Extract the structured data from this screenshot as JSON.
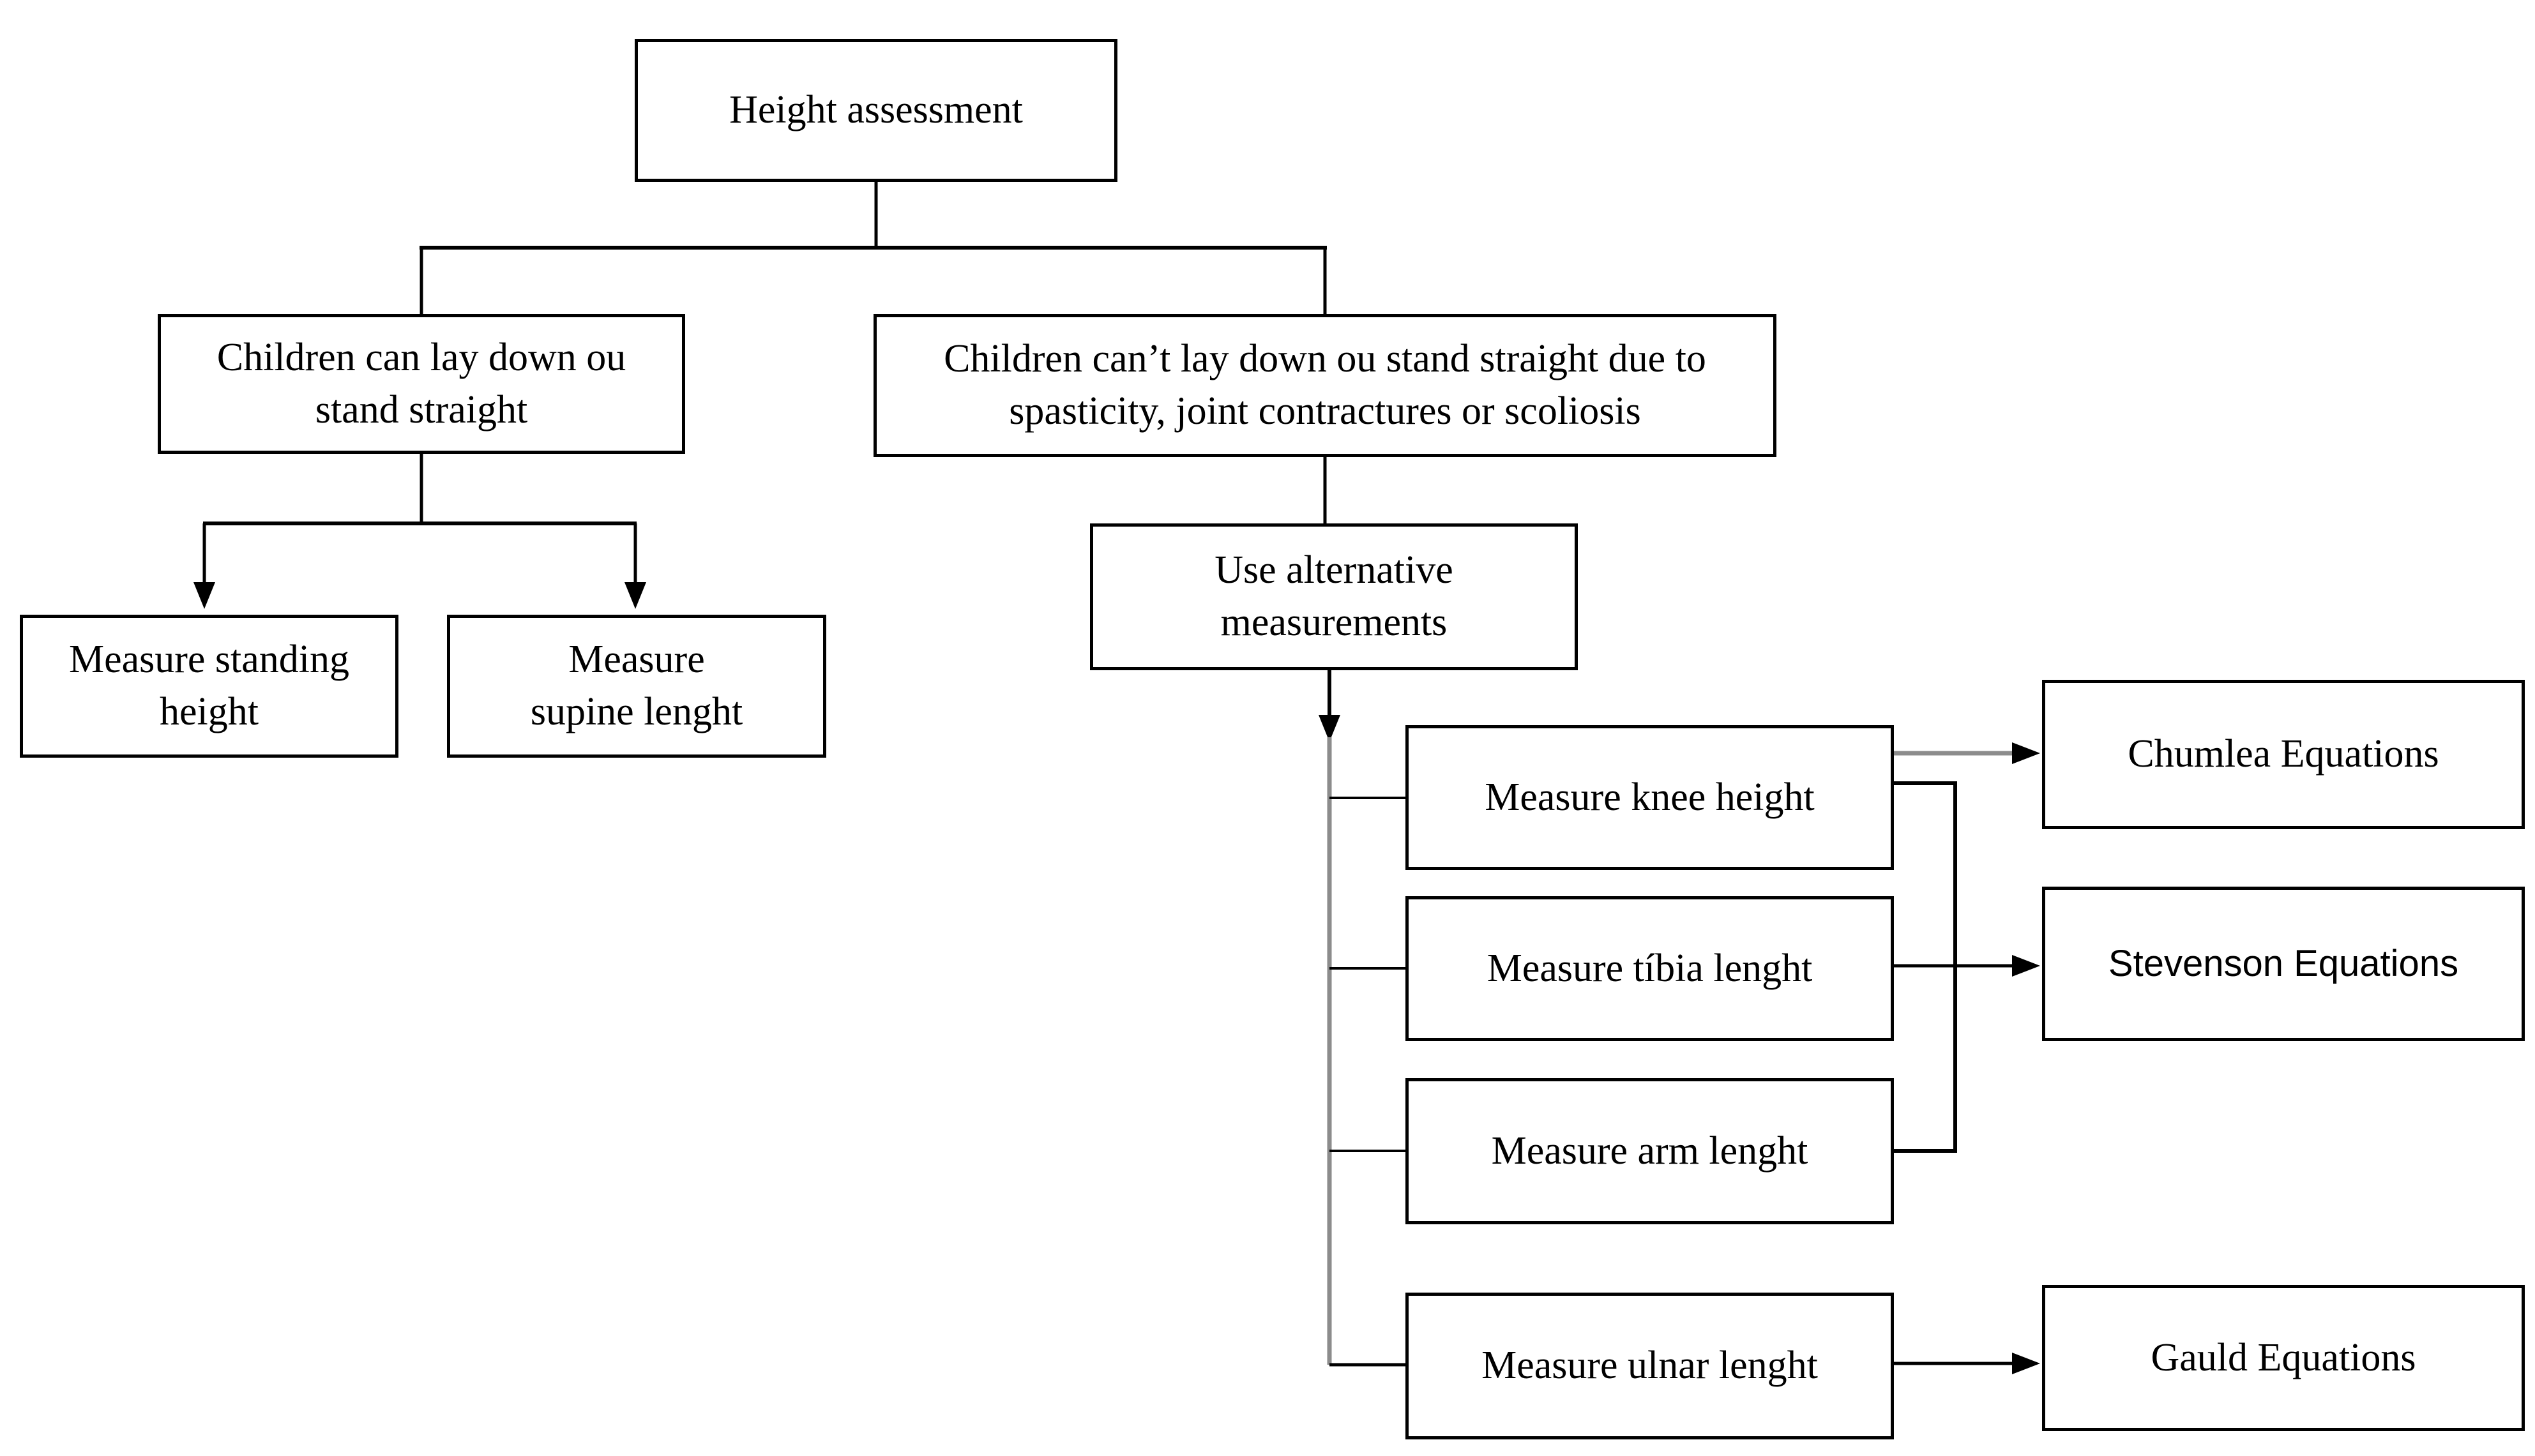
{
  "figure": {
    "type": "flowchart",
    "background_color": "#ffffff",
    "box_border_color": "#000000",
    "text_color": "#000000",
    "muted_line_color": "#8c8c8c",
    "nodes": [
      {
        "id": "height-assessment",
        "label": "Height assessment"
      },
      {
        "id": "can-lay-down",
        "label": "Children can lay down ou\nstand straight"
      },
      {
        "id": "cant-lay-down",
        "label": "Children can’t lay down ou stand straight due to\nspasticity, joint contractures or scoliosis"
      },
      {
        "id": "standing-height",
        "label": "Measure standing\nheight"
      },
      {
        "id": "supine-lenght",
        "label": "Measure\nsupine lenght"
      },
      {
        "id": "use-alternative",
        "label": "Use alternative\nmeasurements"
      },
      {
        "id": "knee-height",
        "label": "Measure knee height"
      },
      {
        "id": "tibia-lenght",
        "label": "Measure tíbia lenght"
      },
      {
        "id": "arm-lenght",
        "label": "Measure arm lenght"
      },
      {
        "id": "ulnar-lenght",
        "label": "Measure ulnar lenght"
      },
      {
        "id": "chumlea-equations",
        "label": "Chumlea Equations"
      },
      {
        "id": "stevenson-equations",
        "label": "Stevenson Equations"
      },
      {
        "id": "gauld-equations",
        "label": "Gauld Equations"
      }
    ],
    "edges": [
      {
        "from": "height-assessment",
        "to": "can-lay-down",
        "arrow": false
      },
      {
        "from": "height-assessment",
        "to": "cant-lay-down",
        "arrow": false
      },
      {
        "from": "can-lay-down",
        "to": "standing-height",
        "arrow": true
      },
      {
        "from": "can-lay-down",
        "to": "supine-lenght",
        "arrow": true
      },
      {
        "from": "cant-lay-down",
        "to": "use-alternative",
        "arrow": false
      },
      {
        "from": "use-alternative",
        "to": "knee-height",
        "arrow": true
      },
      {
        "from": "use-alternative",
        "to": "tibia-lenght",
        "arrow": false
      },
      {
        "from": "use-alternative",
        "to": "arm-lenght",
        "arrow": false
      },
      {
        "from": "use-alternative",
        "to": "ulnar-lenght",
        "arrow": false
      },
      {
        "from": "knee-height",
        "to": "chumlea-equations",
        "arrow": true
      },
      {
        "from": "knee-height",
        "to": "stevenson-equations",
        "arrow": true
      },
      {
        "from": "tibia-lenght",
        "to": "stevenson-equations",
        "arrow": true
      },
      {
        "from": "arm-lenght",
        "to": "stevenson-equations",
        "arrow": true
      },
      {
        "from": "ulnar-lenght",
        "to": "gauld-equations",
        "arrow": true
      }
    ]
  }
}
